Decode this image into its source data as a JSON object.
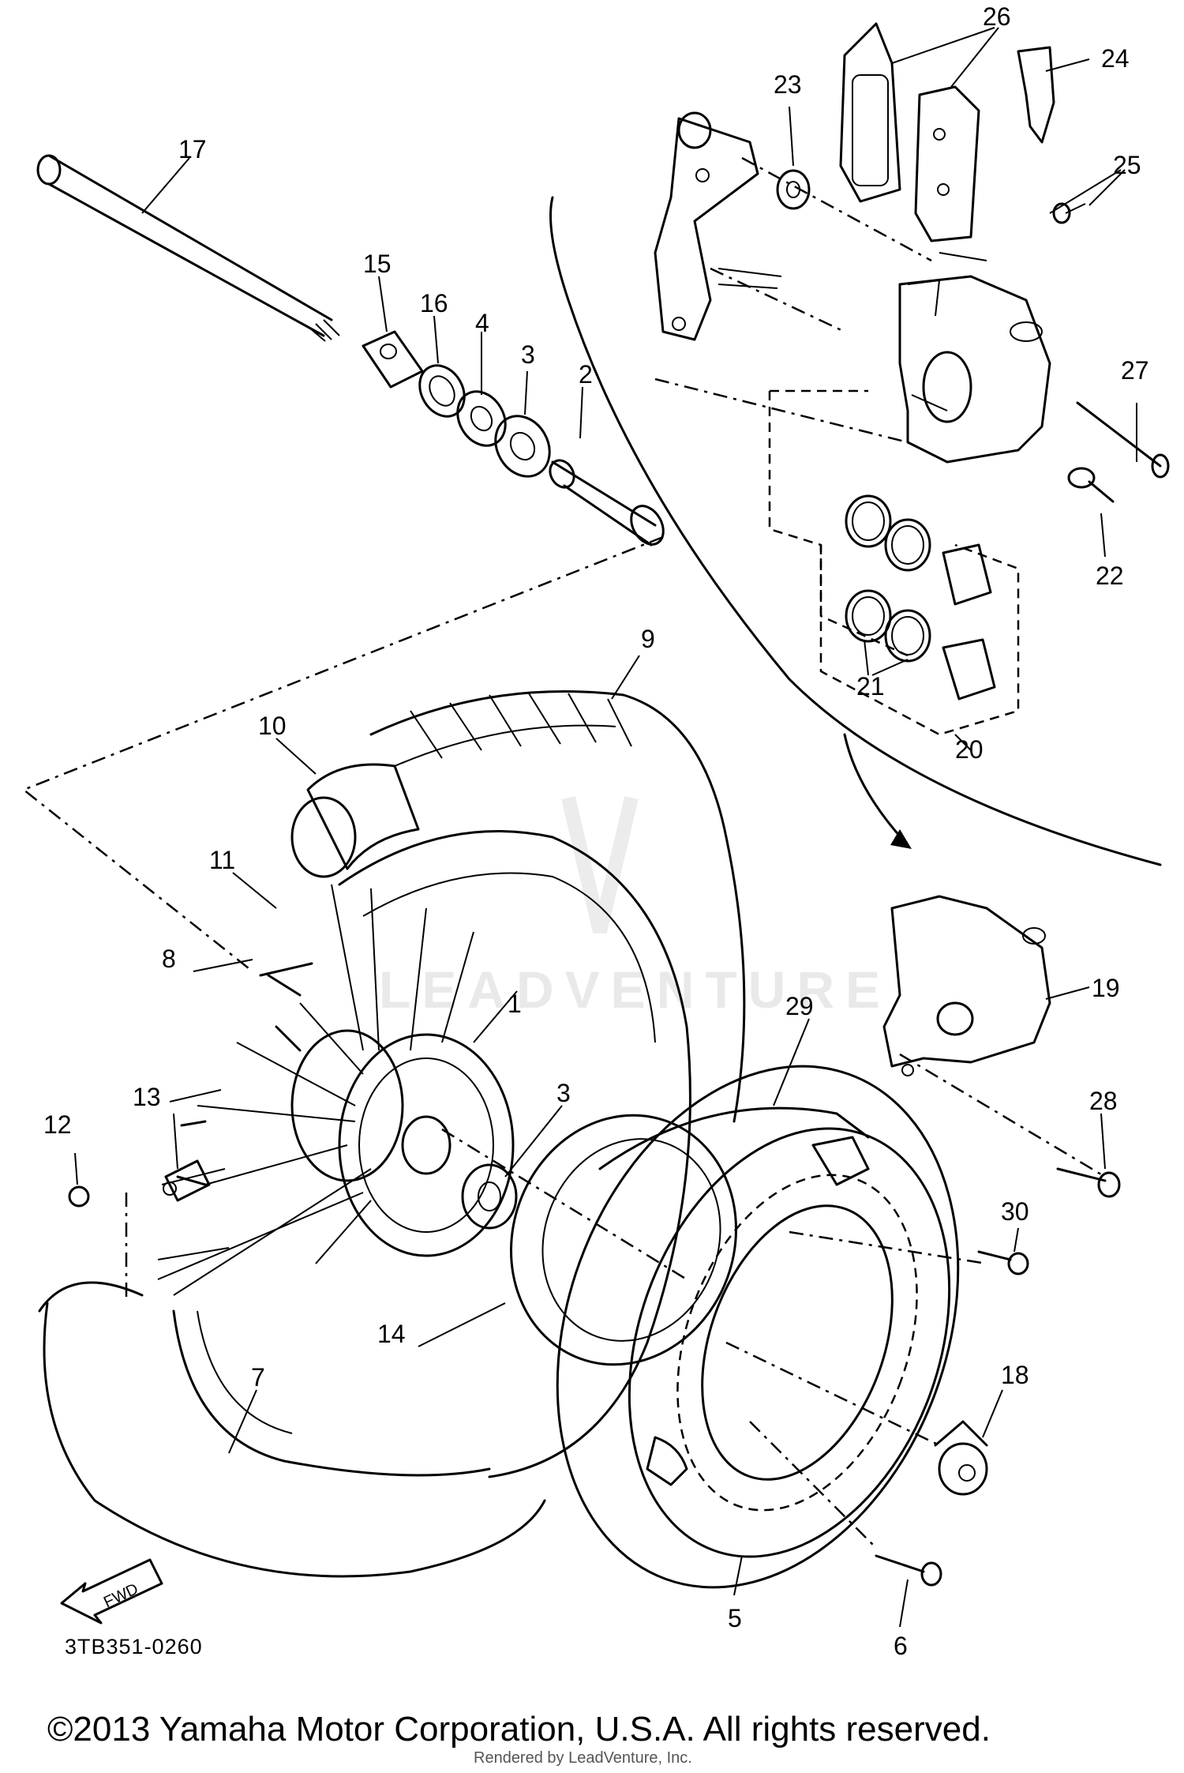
{
  "watermark": {
    "brand": "LEADVENTURE"
  },
  "diagram": {
    "code": "3TB351-0260",
    "fwd_label": "FWD",
    "parts": [
      {
        "num": "1"
      },
      {
        "num": "2"
      },
      {
        "num": "3"
      },
      {
        "num": "3"
      },
      {
        "num": "4"
      },
      {
        "num": "5"
      },
      {
        "num": "6"
      },
      {
        "num": "7"
      },
      {
        "num": "8"
      },
      {
        "num": "9"
      },
      {
        "num": "10"
      },
      {
        "num": "11"
      },
      {
        "num": "12"
      },
      {
        "num": "13"
      },
      {
        "num": "14"
      },
      {
        "num": "15"
      },
      {
        "num": "16"
      },
      {
        "num": "17"
      },
      {
        "num": "18"
      },
      {
        "num": "19"
      },
      {
        "num": "20"
      },
      {
        "num": "21"
      },
      {
        "num": "22"
      },
      {
        "num": "23"
      },
      {
        "num": "24"
      },
      {
        "num": "25"
      },
      {
        "num": "26"
      },
      {
        "num": "27"
      },
      {
        "num": "28"
      },
      {
        "num": "29"
      },
      {
        "num": "30"
      }
    ]
  },
  "footer": {
    "copyright": "©2013 Yamaha Motor Corporation, U.S.A. All rights reserved.",
    "rendered_by": "Rendered by LeadVenture, Inc."
  }
}
